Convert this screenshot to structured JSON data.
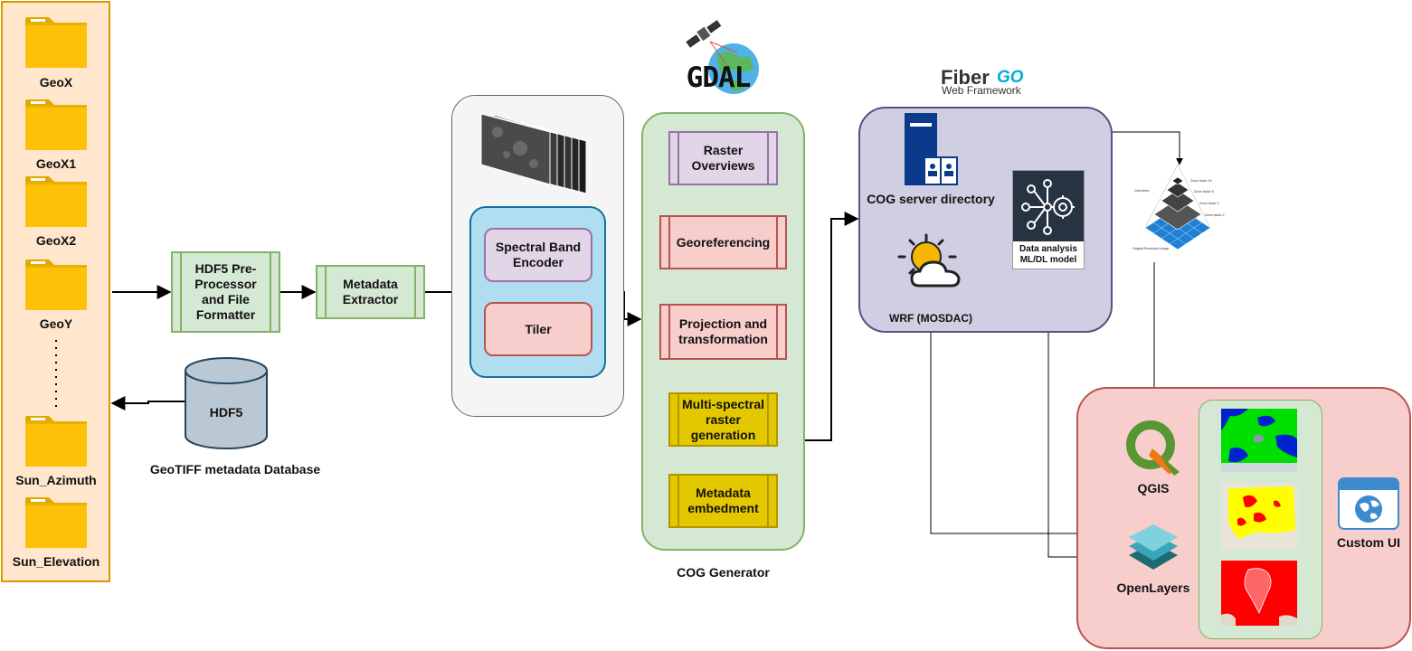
{
  "folders": [
    {
      "label": "GeoX"
    },
    {
      "label": "GeoX1"
    },
    {
      "label": "GeoX2"
    },
    {
      "label": "GeoY"
    },
    {
      "label": "Sun_Azimuth"
    },
    {
      "label": "Sun_Elevation"
    }
  ],
  "ingest": {
    "preprocessor": "HDF5 Pre-Processor and File Formatter",
    "metadata_extractor": "Metadata Extractor",
    "hdf5_db": "HDF5",
    "hdf5_caption": "GeoTIFF metadata Database"
  },
  "encoder": {
    "spectral_band": "Spectral Band Encoder",
    "tiler": "Tiler"
  },
  "cog_generator": {
    "logo": "GDAL",
    "caption": "COG Generator",
    "steps": [
      "Raster Overviews",
      "Georeferencing",
      "Projection and transformation",
      "Multi-spectral raster generation",
      "Metadata embedment"
    ]
  },
  "server": {
    "framework_name": "Fiber",
    "framework_go": "GO",
    "framework_sub": "Web Framework",
    "cog_dir": "COG server directory",
    "ml_model": "Data analysis ML/DL model",
    "wrf": "WRF (MOSDAC)"
  },
  "pyramid": {
    "levels": [
      "Zoom factor 16",
      "Zoom factor 8",
      "Zoom factor 4",
      "Zoom factor 2"
    ],
    "side_label": "Overviews",
    "base_label": "Original Resolution Image"
  },
  "clients": {
    "qgis": "QGIS",
    "openlayers": "OpenLayers",
    "custom_ui": "Custom UI"
  },
  "colors": {
    "folder_panel_bg": "#ffe6cc",
    "folder_panel_border": "#d79b00",
    "green_fill": "#d5e8d4",
    "green_border": "#82b366",
    "purple_fill": "#e1d5e7",
    "purple_border": "#9673a6",
    "red_fill": "#f8cecc",
    "red_border": "#b85450",
    "yellow_fill": "#e3c800",
    "yellow_border": "#b09500",
    "blue_fill": "#b1ddf0",
    "blue_border": "#10739e",
    "server_fill": "#d0cee2",
    "server_border": "#56517e",
    "db_fill": "#bac8d3",
    "db_border": "#23445d"
  }
}
